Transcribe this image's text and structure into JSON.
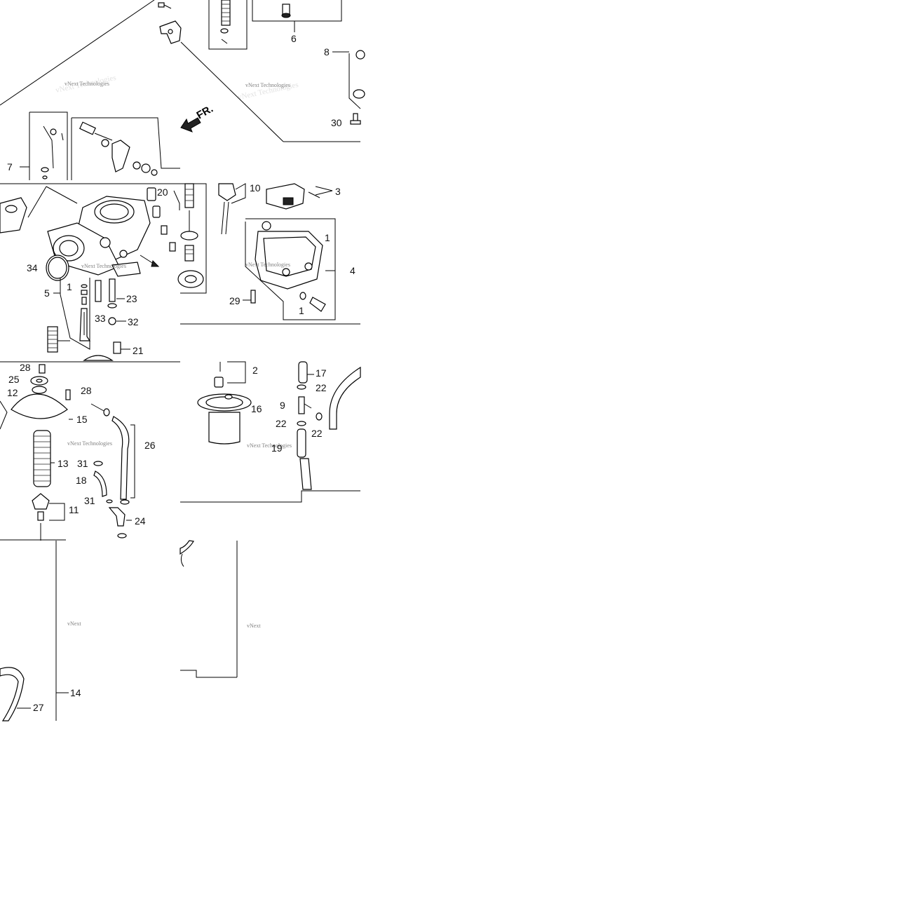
{
  "watermark": "vNext Technologies",
  "watermark_short": "vNext",
  "direction_label": "FR.",
  "callouts": {
    "c1a": "1",
    "c1b": "1",
    "c1c": "1",
    "c2": "2",
    "c3": "3",
    "c4": "4",
    "c5": "5",
    "c6": "6",
    "c7": "7",
    "c8": "8",
    "c9": "9",
    "c10": "10",
    "c11": "11",
    "c12": "12",
    "c13": "13",
    "c14": "14",
    "c15": "15",
    "c16": "16",
    "c17": "17",
    "c18": "18",
    "c19": "19",
    "c20": "20",
    "c21": "21",
    "c22a": "22",
    "c22b": "22",
    "c22c": "22",
    "c23": "23",
    "c24": "24",
    "c25": "25",
    "c26": "26",
    "c27": "27",
    "c28a": "28",
    "c28b": "28",
    "c29": "29",
    "c30": "30",
    "c31a": "31",
    "c31b": "31",
    "c32": "32",
    "c33": "33",
    "c34": "34"
  }
}
